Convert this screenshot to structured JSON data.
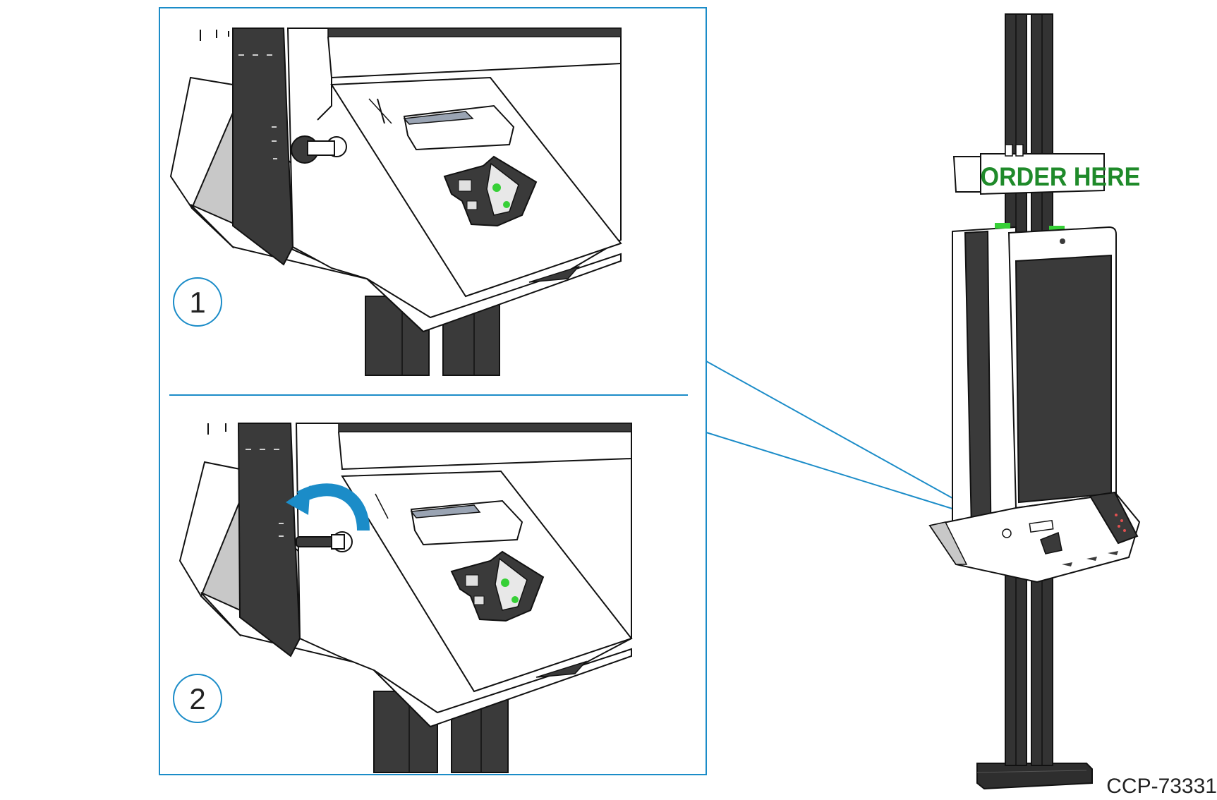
{
  "diagram": {
    "steps": [
      {
        "number": "1"
      },
      {
        "number": "2"
      }
    ],
    "sign_text": "ORDER HERE",
    "figure_id": "CCP-73331",
    "colors": {
      "callout_line": "#1b8cc8",
      "arrow": "#1b8cc8",
      "dark_panel": "#3a3a3a",
      "sign_text": "#1f8a2a",
      "status_led": "#37d037"
    }
  }
}
